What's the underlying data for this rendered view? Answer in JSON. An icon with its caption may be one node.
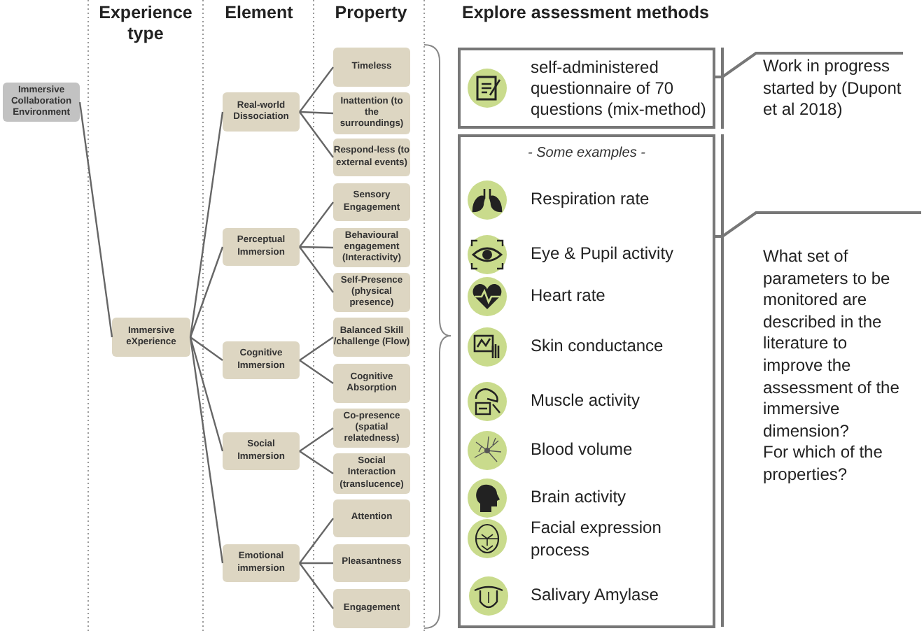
{
  "diagram": {
    "nodes": [
      {
        "text": [
          "Immersive Collaboration Environment"
        ]
      },
      {
        "text": [
          "Immersive eXperience"
        ]
      },
      {
        "text": [
          "Real-world Dissociation"
        ]
      },
      {
        "text": [
          "Perceptual Immersion"
        ]
      },
      {
        "text": [
          "Cognitive Immersion"
        ]
      },
      {
        "text": [
          "Social Immersion"
        ]
      },
      {
        "text": [
          "Emotional immersion"
        ]
      },
      {
        "text": [
          "Timeless"
        ]
      },
      {
        "text": [
          "Inattention (to the surroundings)"
        ]
      },
      {
        "text": [
          "Respond-less (to external events)"
        ]
      },
      {
        "text": [
          "Sensory Engagement"
        ]
      },
      {
        "text": [
          "Behavioural engagement (Interactivity)"
        ]
      },
      {
        "text": [
          "Self-Presence (physical presence)"
        ]
      },
      {
        "text": [
          "Balanced Skill /challenge (Flow)"
        ]
      },
      {
        "text": [
          "Cognitive Absorption"
        ]
      },
      {
        "text": [
          "Co-presence (spatial relatedness)"
        ]
      },
      {
        "text": [
          "Social Interaction (translucence)"
        ]
      },
      {
        "text": [
          "Attention"
        ]
      },
      {
        "text": [
          "Pleasantness"
        ]
      },
      {
        "text": [
          "Engagement"
        ]
      },
      {
        "text": [
          "self-administered questionnaire of 70 questions (mix-method)"
        ]
      },
      {
        "text": [
          "- Some examples -"
        ]
      },
      {
        "text": [
          "Work in progress started by (Dupont et al 2018)"
        ]
      },
      {
        "text": [
          "What set of parameters to be monitored are described in the literature to improve the assessment of the immersive dimension?",
          "For which of the properties?"
        ]
      }
    ],
    "edges": [
      {
        "from": 0,
        "to": 1,
        "arrow": "none"
      },
      {
        "from": 1,
        "to": 2,
        "arrow": "none"
      },
      {
        "from": 1,
        "to": 3,
        "arrow": "none"
      },
      {
        "from": 1,
        "to": 4,
        "arrow": "none"
      },
      {
        "from": 1,
        "to": 5,
        "arrow": "none"
      },
      {
        "from": 1,
        "to": 6,
        "arrow": "none"
      },
      {
        "from": 2,
        "to": 7,
        "arrow": "none"
      },
      {
        "from": 2,
        "to": 8,
        "arrow": "none"
      },
      {
        "from": 2,
        "to": 9,
        "arrow": "none"
      },
      {
        "from": 3,
        "to": 10,
        "arrow": "none"
      },
      {
        "from": 3,
        "to": 11,
        "arrow": "none"
      },
      {
        "from": 3,
        "to": 12,
        "arrow": "none"
      },
      {
        "from": 4,
        "to": 13,
        "arrow": "none"
      },
      {
        "from": 4,
        "to": 14,
        "arrow": "none"
      },
      {
        "from": 5,
        "to": 15,
        "arrow": "none"
      },
      {
        "from": 5,
        "to": 16,
        "arrow": "none"
      },
      {
        "from": 6,
        "to": 17,
        "arrow": "none"
      },
      {
        "from": 6,
        "to": 18,
        "arrow": "none"
      },
      {
        "from": 6,
        "to": 19,
        "arrow": "none"
      },
      {
        "from": 20,
        "to": 22,
        "arrow": "none"
      },
      {
        "from": 21,
        "to": 23,
        "arrow": "none"
      }
    ],
    "labels": [
      "Experience type",
      "Element",
      "Property",
      "Explore assessment methods",
      "Respiration rate",
      "Eye & Pupil activity",
      "Heart rate",
      "Skin conductance",
      "Muscle activity",
      "Blood volume",
      "Brain activity",
      "Facial expression process",
      "Salivary Amylase"
    ]
  }
}
